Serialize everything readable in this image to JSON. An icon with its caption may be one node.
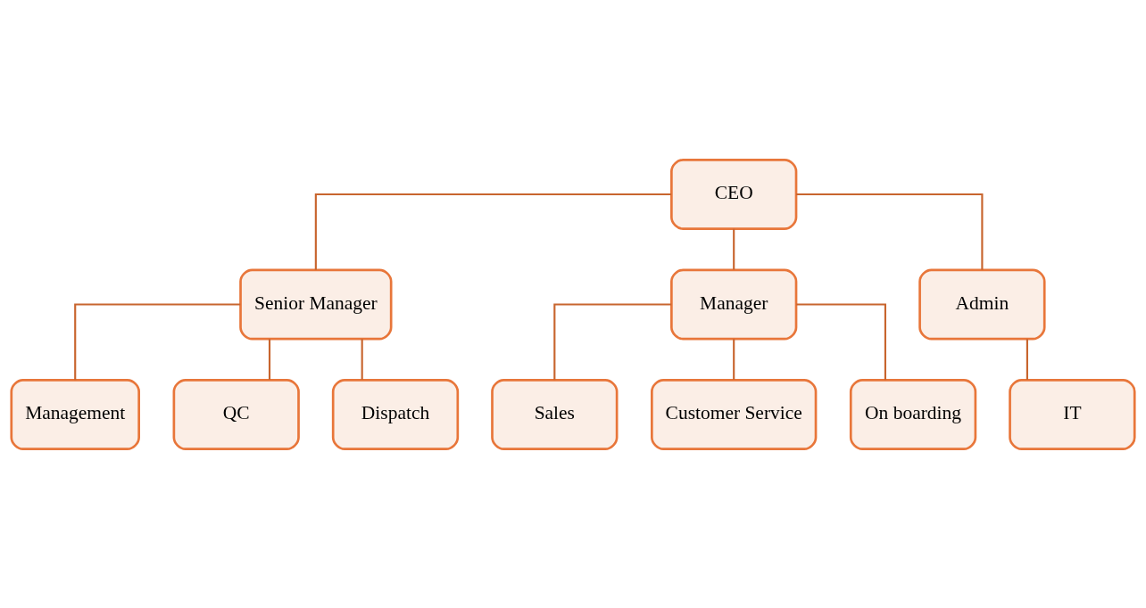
{
  "diagram": {
    "nodes": [
      {
        "text": [
          "CEO"
        ]
      },
      {
        "text": [
          "Senior Manager"
        ]
      },
      {
        "text": [
          "Manager"
        ]
      },
      {
        "text": [
          "Admin"
        ]
      },
      {
        "text": [
          "Management"
        ]
      },
      {
        "text": [
          "QC"
        ]
      },
      {
        "text": [
          "Dispatch"
        ]
      },
      {
        "text": [
          "Sales"
        ]
      },
      {
        "text": [
          "Customer Service"
        ]
      },
      {
        "text": [
          "On boarding"
        ]
      },
      {
        "text": [
          "IT"
        ]
      }
    ],
    "edges": [
      {
        "from": 0,
        "to": 1,
        "arrow": "none"
      },
      {
        "from": 0,
        "to": 2,
        "arrow": "none"
      },
      {
        "from": 0,
        "to": 3,
        "arrow": "none"
      },
      {
        "from": 1,
        "to": 4,
        "arrow": "none"
      },
      {
        "from": 1,
        "to": 5,
        "arrow": "none"
      },
      {
        "from": 1,
        "to": 6,
        "arrow": "none"
      },
      {
        "from": 2,
        "to": 7,
        "arrow": "none"
      },
      {
        "from": 2,
        "to": 8,
        "arrow": "none"
      },
      {
        "from": 2,
        "to": 9,
        "arrow": "none"
      },
      {
        "from": 3,
        "to": 10,
        "arrow": "none"
      }
    ]
  }
}
